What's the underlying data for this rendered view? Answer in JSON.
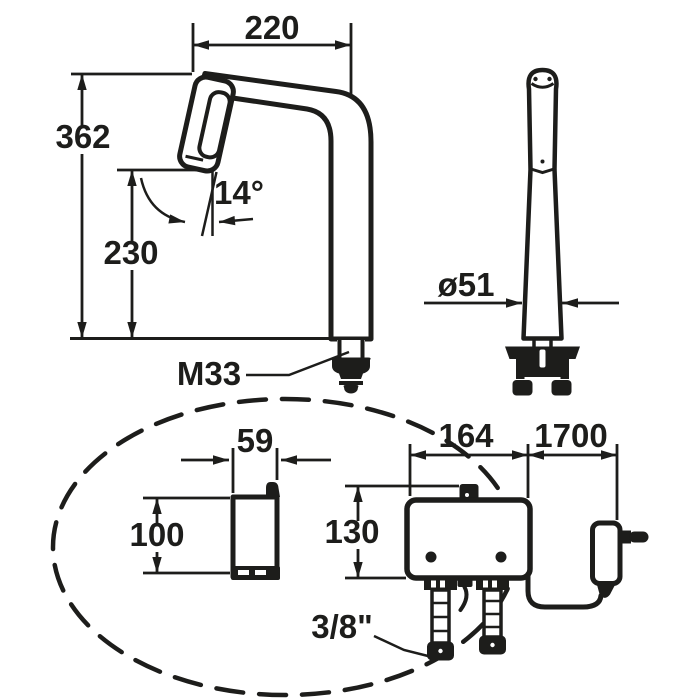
{
  "page": {
    "background": "#ffffff",
    "ink": "#1d1d1b"
  },
  "side_view": {
    "width_mm": "220",
    "total_height_mm": "362",
    "spout_height_mm": "230",
    "spray_angle": "14°",
    "thread": "M33"
  },
  "front_view": {
    "base_diameter": "ø51"
  },
  "installation": {
    "bracket_width_mm": "59",
    "bracket_height_mm": "100",
    "control_box_width_mm": "164",
    "control_box_height_mm": "130",
    "power_cable_length_mm": "1700",
    "hose_connection": "3/8\""
  }
}
